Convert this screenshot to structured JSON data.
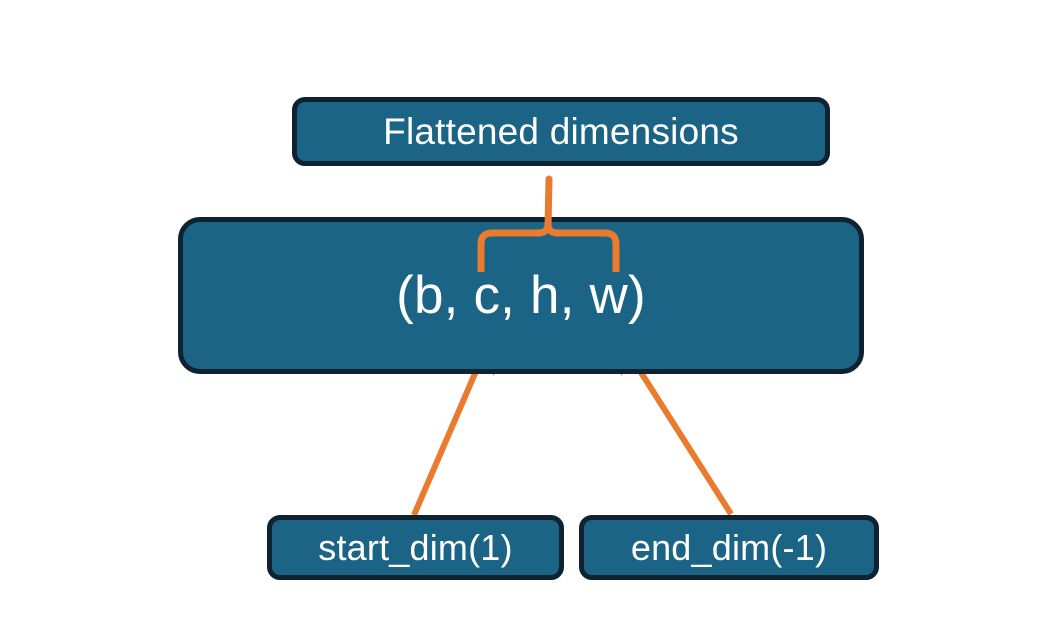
{
  "diagram": {
    "title_node": {
      "label": "Flattened dimensions",
      "name": "flattened-dimensions-box"
    },
    "tensor_node": {
      "label": "(b, c, h, w)",
      "name": "tensor-shape-box"
    },
    "param_nodes": [
      {
        "label": "start_dim(1)",
        "name": "start-dim-box"
      },
      {
        "label": "end_dim(-1)",
        "name": "end-dim-box"
      }
    ],
    "connectors": [
      {
        "name": "brace-flattened-range",
        "kind": "curly-brace",
        "from": "tensor-dims-c-to-w",
        "to": "flattened-dimensions-box"
      },
      {
        "name": "arrow-start-dim",
        "kind": "arrow",
        "from": "start-dim-box",
        "to": "tensor-dim-c"
      },
      {
        "name": "arrow-end-dim",
        "kind": "arrow",
        "from": "end-dim-box",
        "to": "tensor-dim-w"
      }
    ],
    "colors": {
      "box_fill": "#1b6485",
      "box_border": "#0f2230",
      "text": "#ffffff",
      "accent": "#e97a2e",
      "background": "#ffffff"
    }
  }
}
